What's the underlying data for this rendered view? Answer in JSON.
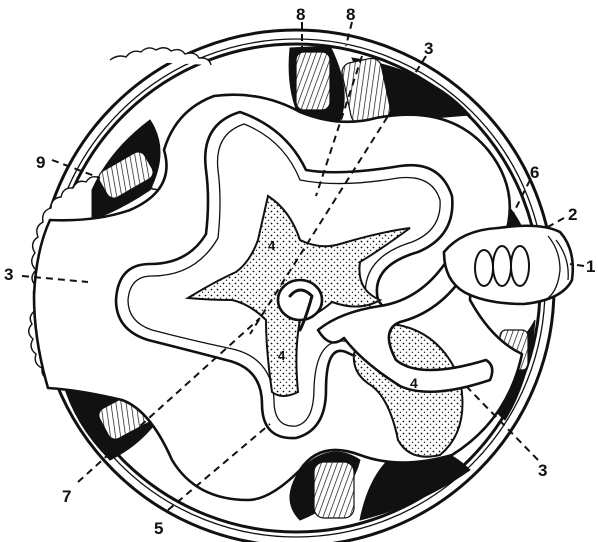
{
  "labels": {
    "l8a": "8",
    "l8b": "8",
    "l3_top": "3",
    "l9": "9",
    "l6": "6",
    "l2": "2",
    "l1": "1",
    "l3_left": "3",
    "l3_bottom": "3",
    "l7": "7",
    "l5": "5",
    "l4_upper": "4",
    "l4_lower": "4",
    "l4_right": "4"
  },
  "colors": {
    "ink": "#111111",
    "paper": "#ffffff"
  }
}
